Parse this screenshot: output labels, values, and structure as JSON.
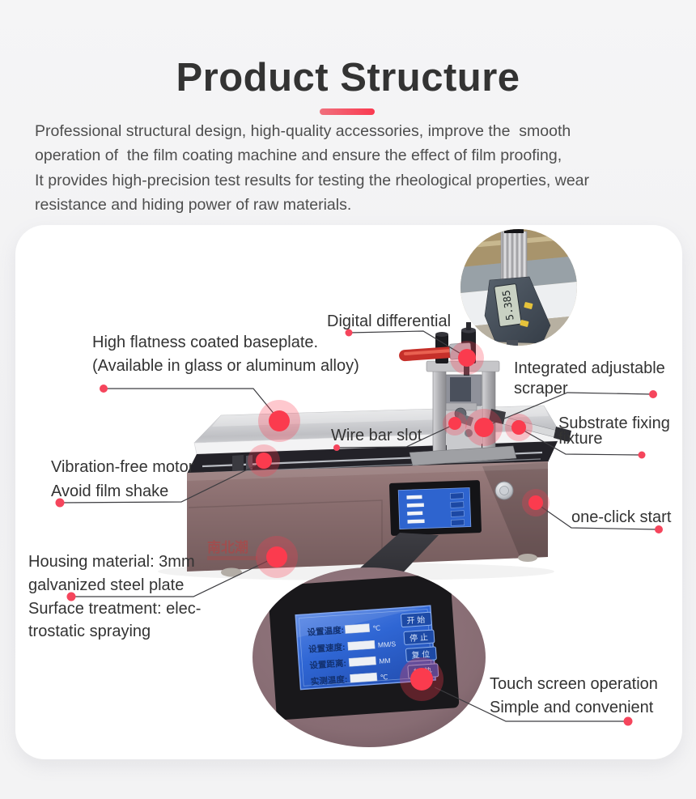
{
  "header": {
    "title": "Product Structure",
    "intro_lines": [
      "Professional structural design, high-quality accessories, improve the  smooth",
      "operation of  the film coating machine and ensure the effect of film proofing,",
      "It provides high-precision test results for testing the rheological properties, wear",
      "resistance and hiding power of raw materials."
    ]
  },
  "callouts": {
    "digital_differential": {
      "line1": "Digital differential"
    },
    "baseplate": {
      "line1": "High flatness coated baseplate.",
      "line2": "(Available in glass or aluminum alloy)"
    },
    "scraper": {
      "line1": "Integrated adjustable",
      "line2": "scraper"
    },
    "substrate_fixture": {
      "line1": "Substrate fixing",
      "line2": "fixture"
    },
    "wire_bar_slot": {
      "line1": "Wire bar slot"
    },
    "motor": {
      "line1": "Vibration-free motor",
      "line2": "Avoid film shake"
    },
    "one_click": {
      "line1": "one-click start"
    },
    "housing": {
      "line1": "Housing material: 3mm",
      "line2": "galvanized steel plate",
      "line3": "Surface treatment: elec-",
      "line4": "trostatic spraying"
    },
    "touch_screen": {
      "line1": "Touch screen operation",
      "line2": "Simple and convenient"
    }
  },
  "micrometer_inset": {
    "display_reading": "5.385"
  },
  "touchscreen_inset": {
    "rows": [
      {
        "label": "设置温度:",
        "unit": "℃"
      },
      {
        "label": "设置速度:",
        "unit": "MM/S"
      },
      {
        "label": "设置距离:",
        "unit": "MM"
      },
      {
        "label": "实测温度:",
        "unit": "℃"
      }
    ],
    "buttons": [
      {
        "label": "开 始"
      },
      {
        "label": "停 止"
      },
      {
        "label": "复 位"
      },
      {
        "label": "加 热"
      }
    ]
  },
  "watermark": {
    "brand": "南北潮"
  },
  "colors": {
    "accent_red": "#f5455c",
    "marker_red": "#fb3b4e",
    "machine_body": "#8b6f70",
    "screen_blue": "#2f66d4",
    "page_bg": "#f2f2f3",
    "card_bg": "#ffffff",
    "text_dark": "#333333"
  }
}
